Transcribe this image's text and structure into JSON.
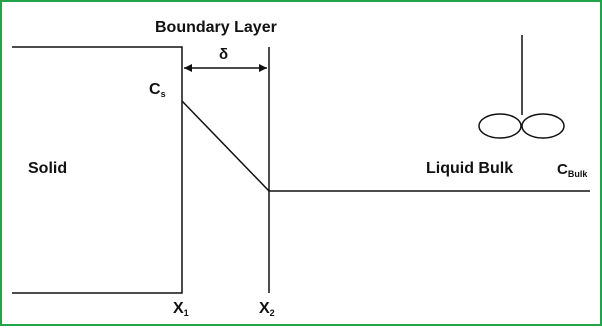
{
  "colors": {
    "border": "#22a34a",
    "line": "#111111",
    "background": "#ffffff"
  },
  "labels": {
    "boundary_layer": "Boundary Layer",
    "delta": "δ",
    "cs_main": "C",
    "cs_sub": "s",
    "solid": "Solid",
    "liquid_bulk": "Liquid Bulk",
    "cbulk_main": "C",
    "cbulk_sub": "Bulk",
    "x1_main": "X",
    "x1_sub": "1",
    "x2_main": "X",
    "x2_sub": "2"
  }
}
